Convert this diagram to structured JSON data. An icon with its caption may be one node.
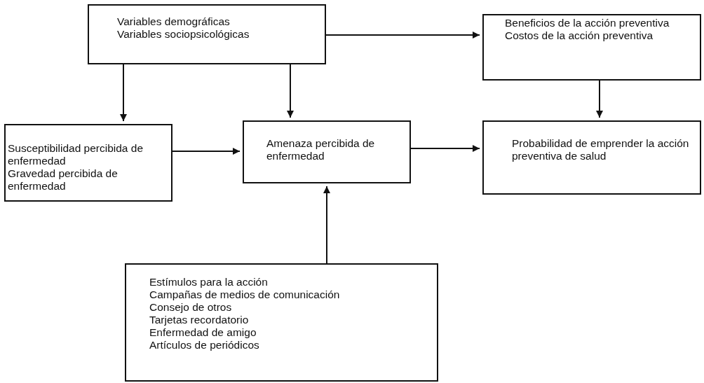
{
  "diagram": {
    "nodes": [
      {
        "text": [
          "Variables demográficas",
          "Variables sociopsicológicas"
        ]
      },
      {
        "text": [
          "Beneficios de la acción preventiva",
          "Costos de la acción preventiva"
        ]
      },
      {
        "text": [
          "Susceptibilidad percibida de enfermedad",
          "Gravedad percibida de enfermedad"
        ]
      },
      {
        "text": [
          "Amenaza percibida de enfermedad"
        ]
      },
      {
        "text": [
          "Probabilidad de emprender la acción preventiva de salud"
        ]
      },
      {
        "text": [
          "Estímulos para la acción",
          "Campañas de medios de comunicación",
          "Consejo de otros",
          "Tarjetas recordatorio",
          "Enfermedad de amigo",
          "Artículos de periódicos"
        ]
      }
    ],
    "edges": [
      {
        "from": 0,
        "to": 1,
        "arrow": "to"
      },
      {
        "from": 0,
        "to": 2,
        "arrow": "to"
      },
      {
        "from": 0,
        "to": 3,
        "arrow": "to"
      },
      {
        "from": 1,
        "to": 4,
        "arrow": "to"
      },
      {
        "from": 2,
        "to": 3,
        "arrow": "to"
      },
      {
        "from": 3,
        "to": 4,
        "arrow": "to"
      },
      {
        "from": 5,
        "to": 3,
        "arrow": "to"
      }
    ]
  }
}
